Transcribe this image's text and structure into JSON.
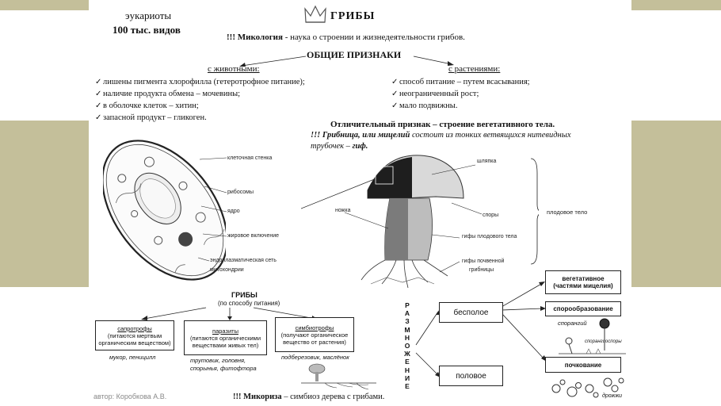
{
  "header": {
    "title": "ГРИБЫ",
    "eukaryotes": "эукариоты",
    "species": "100 тыс. видов",
    "mycology_marks": "!!!",
    "mycology_term": "Микология",
    "mycology_def": " - наука о строении и жизнедеятельности грибов."
  },
  "general": {
    "title": "ОБЩИЕ ПРИЗНАКИ",
    "animals_head": "с животными:",
    "plants_head": "с растениями:",
    "animals": [
      "лишены пигмента хлорофилла (гетеротрофное питание);",
      "наличие продукта обмена – мочевины;",
      "в оболочке клеток – хитин;",
      "запасной продукт – гликоген."
    ],
    "plants": [
      "способ питание – путем всасывания;",
      "неограниченный рост;",
      "мало подвижны."
    ],
    "check_glyph": "✓"
  },
  "distinct": {
    "line1": "Отличительный признак – строение вегетативного тела.",
    "line2_marks": "!!!",
    "line2_bold": "Грибница, или мицелий",
    "line2_rest": " состоит из тонких ветвящихся нитевидных",
    "line3_rest": "трубочек – ",
    "line3_bold": "гиф."
  },
  "cell": {
    "labels": [
      "клеточная стенка",
      "рибосомы",
      "ядро",
      "жировое включение",
      "эндоплазматическая сеть",
      "митохондрии"
    ]
  },
  "mushroom": {
    "left_label": "ножка",
    "labels": [
      "шляпка",
      "споры",
      "гифы плодового тела",
      "гифы почвенной",
      "грибницы"
    ],
    "body_label": "плодовое тело"
  },
  "nutrition": {
    "title": "ГРИБЫ",
    "subtitle": "(по способу питания)",
    "types": [
      {
        "name": "сапротрофы",
        "desc": "(питаются мертвым органическим веществом)",
        "examples": "мукор, пеницилл"
      },
      {
        "name": "паразиты",
        "desc": "(питаются органическими веществами живых тел)",
        "examples": "трутовик, головня, спорынья, фитофтора"
      },
      {
        "name": "симбиотрофы",
        "desc": "(получают органическое вещество от растения)",
        "examples": "подберезовик, маслёнок"
      }
    ]
  },
  "reproduction": {
    "vertical": "РАЗМНОЖЕНИЕ",
    "asexual": "бесполое",
    "sexual": "половое",
    "vegetative": "вегетативное",
    "vegetative_sub": "(частями мицелия)",
    "spores": "спорообразование",
    "budding": "почкование",
    "sporangium": "спорангий",
    "sporangiospores": "спорангиоспоры",
    "yeast": "дрожжи"
  },
  "footer": {
    "author": "автор: Коробкова А.В.",
    "mycorrhiza_marks": "!!!",
    "mycorrhiza_term": "Микориза",
    "mycorrhiza_def": " – симбиоз дерева с грибами."
  },
  "colors": {
    "band": "#c4bf9a",
    "ink": "#111111"
  }
}
